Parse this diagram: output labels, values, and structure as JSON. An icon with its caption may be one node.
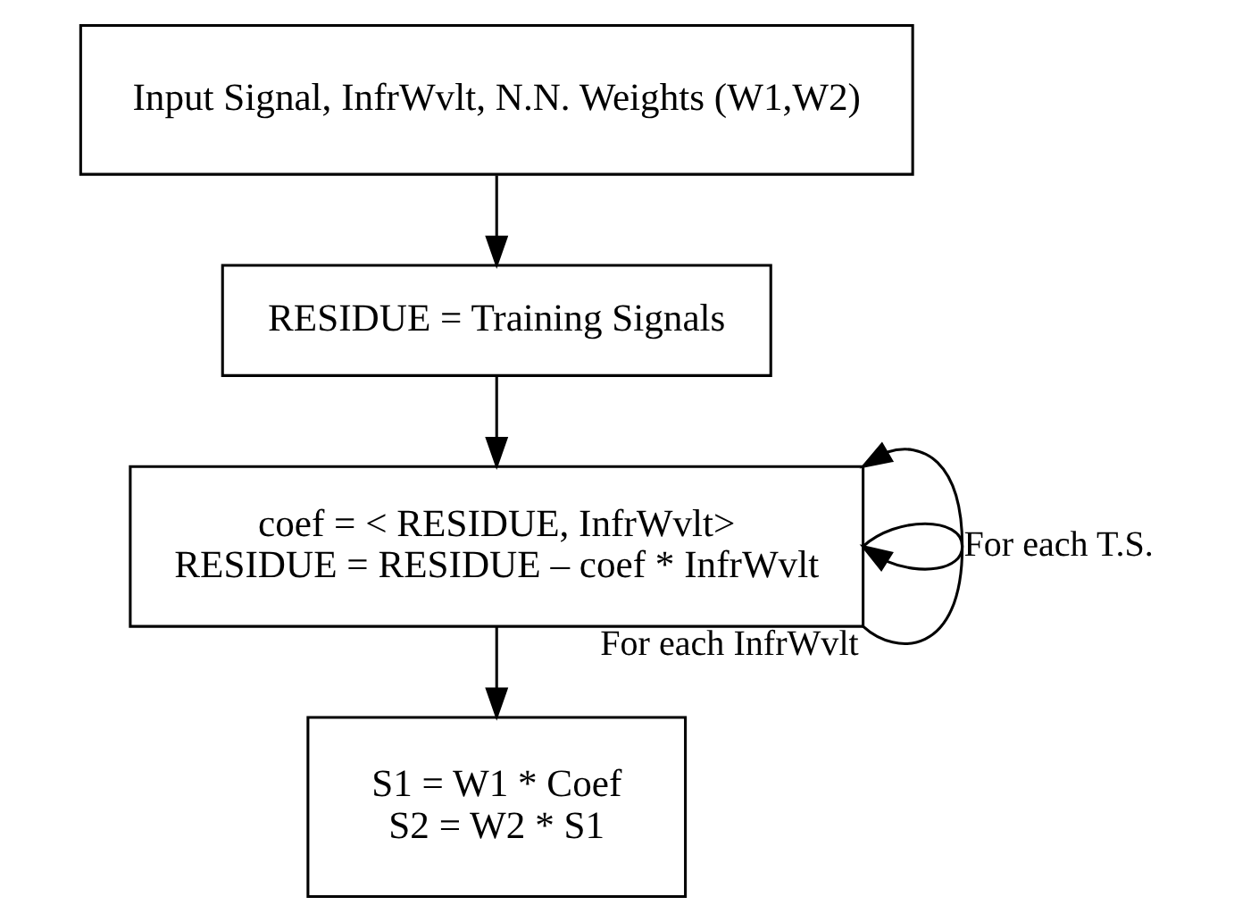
{
  "diagram": {
    "nodes": [
      {
        "text": [
          "Input Signal, InfrWvlt, N.N. Weights (W1,W2)"
        ]
      },
      {
        "text": [
          "RESIDUE = Training Signals"
        ]
      },
      {
        "text": [
          "coef = < RESIDUE, InfrWvlt>",
          "RESIDUE = RESIDUE – coef * InfrWvlt"
        ]
      },
      {
        "text": [
          "S1 = W1 * Coef",
          "S2 = W2 * S1"
        ]
      }
    ],
    "edges": [
      {
        "from": 0,
        "to": 1,
        "arrow": "to"
      },
      {
        "from": 1,
        "to": 2,
        "arrow": "to"
      },
      {
        "from": 2,
        "to": 2,
        "arrow": "to",
        "label": "For each T.S."
      },
      {
        "from": 2,
        "to": 2,
        "arrow": "to",
        "label": "For each InfrWvlt"
      },
      {
        "from": 2,
        "to": 3,
        "arrow": "to"
      }
    ]
  }
}
